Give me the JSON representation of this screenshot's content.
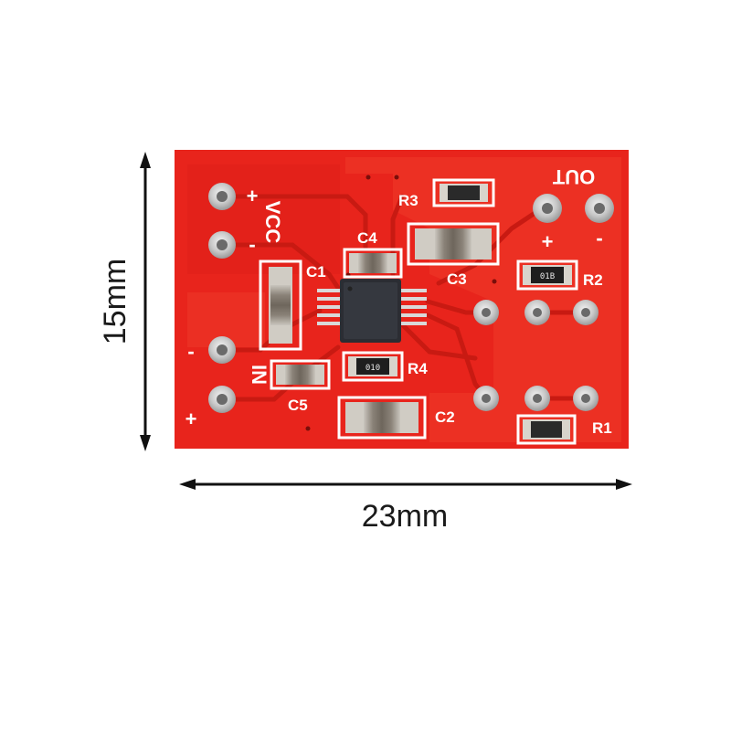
{
  "dimensions": {
    "height_label": "15mm",
    "width_label": "23mm"
  },
  "board": {
    "color": "#e8241c",
    "silkscreen": {
      "vcc": "VCC",
      "in": "IN",
      "out": "OUT",
      "plus": "+",
      "minus": "-",
      "c1": "C1",
      "c2": "C2",
      "c3": "C3",
      "c4": "C4",
      "c5": "C5",
      "r1": "R1",
      "r2": "R2",
      "r3": "R3",
      "r4": "R4"
    },
    "markings": {
      "r2_code": "01B",
      "r4_code": "010"
    }
  }
}
